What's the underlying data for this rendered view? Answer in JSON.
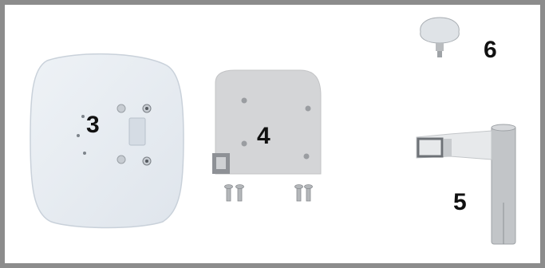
{
  "parts": [
    {
      "key": "base-plate",
      "label": "3"
    },
    {
      "key": "mount-plate",
      "label": "4"
    },
    {
      "key": "tube-bracket",
      "label": "5"
    },
    {
      "key": "knob",
      "label": "6"
    }
  ],
  "colors": {
    "frame": "#8c8c8c",
    "base_plate": "#e6ebf0",
    "mount_plate": "#d7d8da",
    "metal": "#b9bcbf",
    "label_text": "#111111"
  }
}
